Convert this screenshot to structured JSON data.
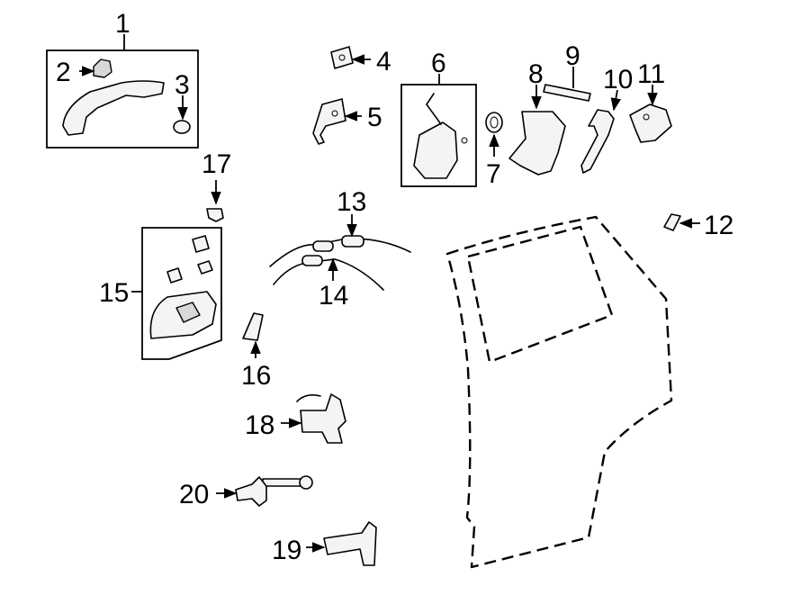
{
  "callouts": {
    "c1": "1",
    "c2": "2",
    "c3": "3",
    "c4": "4",
    "c5": "5",
    "c6": "6",
    "c7": "7",
    "c8": "8",
    "c9": "9",
    "c10": "10",
    "c11": "11",
    "c12": "12",
    "c13": "13",
    "c14": "14",
    "c15": "15",
    "c16": "16",
    "c17": "17",
    "c18": "18",
    "c19": "19",
    "c20": "20"
  },
  "parts": [
    {
      "callout": "1",
      "icon": "outer-handle-assembly-icon"
    },
    {
      "callout": "2",
      "icon": "handle-cap-icon"
    },
    {
      "callout": "3",
      "icon": "cylinder-cover-icon"
    },
    {
      "callout": "4",
      "icon": "clip-icon"
    },
    {
      "callout": "5",
      "icon": "bracket-icon"
    },
    {
      "callout": "6",
      "icon": "lock-actuator-icon"
    },
    {
      "callout": "7",
      "icon": "grommet-icon"
    },
    {
      "callout": "8",
      "icon": "lock-cover-icon"
    },
    {
      "callout": "9",
      "icon": "seal-strip-icon"
    },
    {
      "callout": "10",
      "icon": "latch-rod-icon"
    },
    {
      "callout": "11",
      "icon": "striker-icon"
    },
    {
      "callout": "12",
      "icon": "pad-icon"
    },
    {
      "callout": "13",
      "icon": "cable-icon"
    },
    {
      "callout": "14",
      "icon": "cable-icon"
    },
    {
      "callout": "15",
      "icon": "inner-handle-assembly-icon"
    },
    {
      "callout": "16",
      "icon": "bezel-icon"
    },
    {
      "callout": "17",
      "icon": "button-icon"
    },
    {
      "callout": "18",
      "icon": "door-check-icon"
    },
    {
      "callout": "19",
      "icon": "bracket-icon"
    },
    {
      "callout": "20",
      "icon": "door-stop-icon"
    }
  ]
}
